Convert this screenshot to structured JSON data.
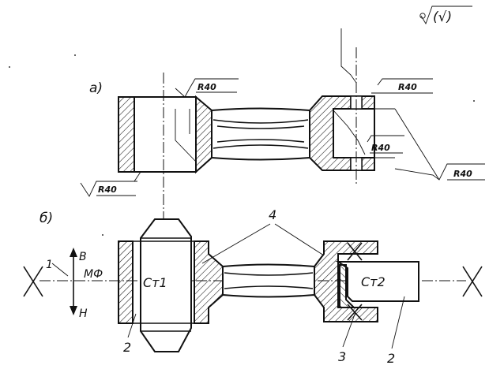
{
  "view_labels": {
    "a": "а)",
    "b": "б)"
  },
  "roughness_label": "R40",
  "roughness_marks": [
    "R40",
    "R40",
    "R40",
    "R40",
    "R40"
  ],
  "corner_symbol": "(√)",
  "phase_labels": {
    "upper": "В",
    "lower": "Н",
    "function": "МФ"
  },
  "positions": {
    "p1": "1",
    "p2_left": "2",
    "p2_right": "2",
    "p3": "3",
    "p4": "4"
  },
  "materials": {
    "left": "Ст1",
    "right": "Ст2"
  }
}
